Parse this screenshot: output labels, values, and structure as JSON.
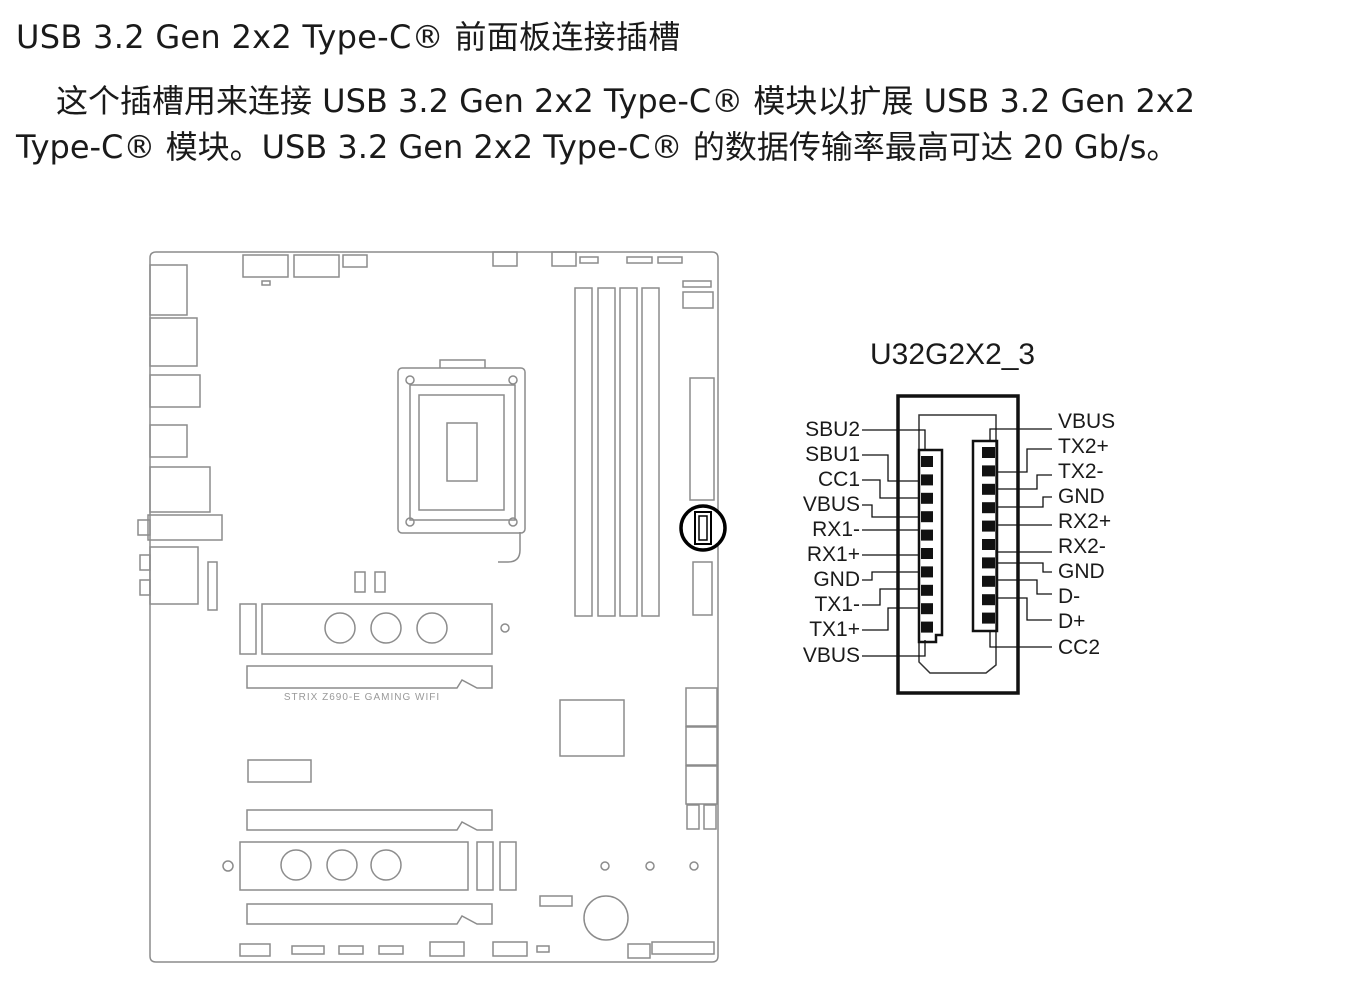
{
  "heading": "USB 3.2 Gen 2x2 Type-C® 前面板连接插槽",
  "paragraph": {
    "line1": "这个插槽用来连接 USB 3.2 Gen 2x2 Type-C® 模块以扩展 USB 3.2 Gen 2x2",
    "line2": "Type-C®  模块。USB 3.2 Gen 2x2 Type-C® 的数据传输率最高可达 20 Gb/s。"
  },
  "board": {
    "model_silkscreen": "STRIX Z690-E GAMING WIFI",
    "highlight_color": "#000000",
    "outline_color": "#8c8c8c"
  },
  "connector": {
    "name": "U32G2X2_3",
    "left_pins": [
      "SBU2",
      "SBU1",
      "CC1",
      "VBUS",
      "RX1-",
      "RX1+",
      "GND",
      "TX1-",
      "TX1+",
      "VBUS"
    ],
    "right_pins": [
      "VBUS",
      "TX2+",
      "TX2-",
      "GND",
      "RX2+",
      "RX2-",
      "GND",
      "D-",
      "D+",
      "CC2"
    ]
  }
}
